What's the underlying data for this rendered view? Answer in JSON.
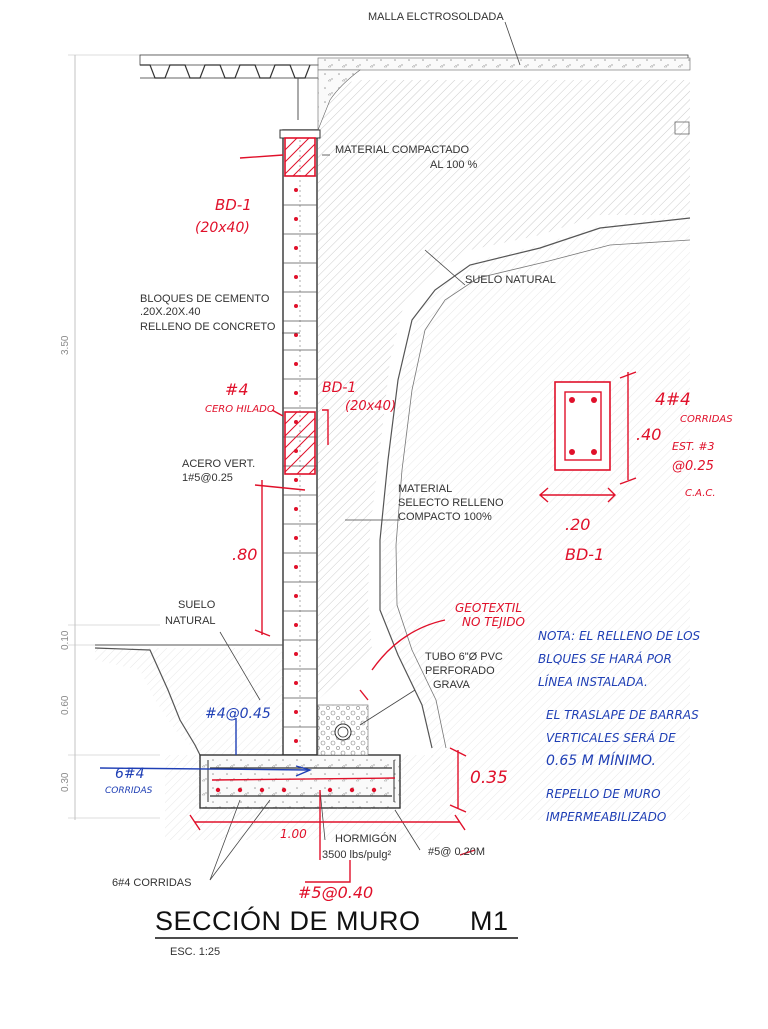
{
  "title": "SECCIÓN DE MURO",
  "title_code": "M1",
  "scale": "ESC. 1:25",
  "labels": {
    "malla": "MALLA  ELCTROSOLDADA",
    "compactado_1": "MATERIAL COMPACTADO",
    "compactado_2": "AL 100 %",
    "suelo_natural_right": "SUELO NATURAL",
    "bloques_1": "BLOQUES DE CEMENTO",
    "bloques_2": ".20X.20X.40",
    "bloques_3": "RELLENO DE CONCRETO",
    "acero_1": "ACERO VERT.",
    "acero_2": "1#5@0.25",
    "selecto_1": "MATERIAL",
    "selecto_2": "SELECTO RELLENO",
    "selecto_3": "COMPACTO 100%",
    "suelo_natural_left_1": "SUELO",
    "suelo_natural_left_2": "NATURAL",
    "tubo_1": "TUBO 6\"Ø PVC",
    "tubo_2": "PERFORADO",
    "tubo_3": "GRAVA",
    "hormigon_1": "HORMIGÓN",
    "hormigon_2": "3500 lbs/pulg²",
    "footing_bars": "#5@ 0.20M",
    "corridas": "6#4 CORRIDAS"
  },
  "dimensions": {
    "total_height": "3.50",
    "d_010": "0.10",
    "d_060": "0.60",
    "d_030": "0.30"
  },
  "annotations_red": {
    "bd1_top": "BD-1",
    "bd1_top_size": "(20x40)",
    "bd1_mid": "BD-1",
    "bd1_mid_size": "(20x40)",
    "cero_1": "#4",
    "cero_2": "CERO HILADO",
    "dim_80": ".80",
    "geotextil_1": "GEOTEXTIL",
    "geotextil_2": "NO TEJIDO",
    "dim_035": "0.35",
    "dim_100": "1.00",
    "bar_5": "#5@0.40",
    "detail_bars": "4#4",
    "detail_corridas": "CORRIDAS",
    "detail_est": "EST. #3",
    "detail_spacing": "@0.25",
    "detail_cac": "C.A.C.",
    "detail_h": ".40",
    "detail_w": ".20",
    "detail_name": "BD-1"
  },
  "annotations_blue": {
    "bar_045": "#4@0.45",
    "corr_1": "6#4",
    "corr_2": "CORRIDAS",
    "nota": [
      "NOTA: EL RELLENO DE LOS",
      "BLQUES SE HARÁ POR",
      "LÍNEA INSTALADA.",
      "EL TRASLAPE DE BARRAS",
      "VERTICALES SERÁ DE",
      "0.65 M MÍNIMO.",
      "REPELLO DE MURO",
      "IMPERMEABILIZADO"
    ]
  },
  "colors": {
    "red": "#e0102a",
    "blue": "#1f3fb5",
    "ink": "#333333",
    "dim": "#8a8a8a"
  }
}
